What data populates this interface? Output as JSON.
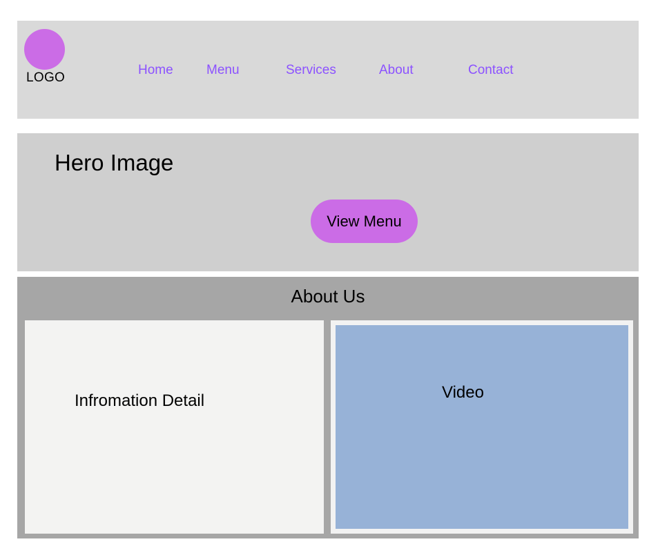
{
  "colors": {
    "header_bg": "#d9d9d9",
    "hero_bg": "#cfcfcf",
    "about_bg": "#a6a6a6",
    "accent": "#cb6ce6",
    "nav_link": "#8c52ff",
    "info_bg": "#f3f3f2",
    "video_bg": "#97b2d7"
  },
  "header": {
    "logo_text": "LOGO",
    "nav": {
      "home": "Home",
      "menu": "Menu",
      "services": "Services",
      "about": "About",
      "contact": "Contact"
    }
  },
  "hero": {
    "title": "Hero Image",
    "button_label": "View Menu"
  },
  "about": {
    "title": "About Us",
    "info_text": "Infromation Detail",
    "video_label": "Video"
  }
}
